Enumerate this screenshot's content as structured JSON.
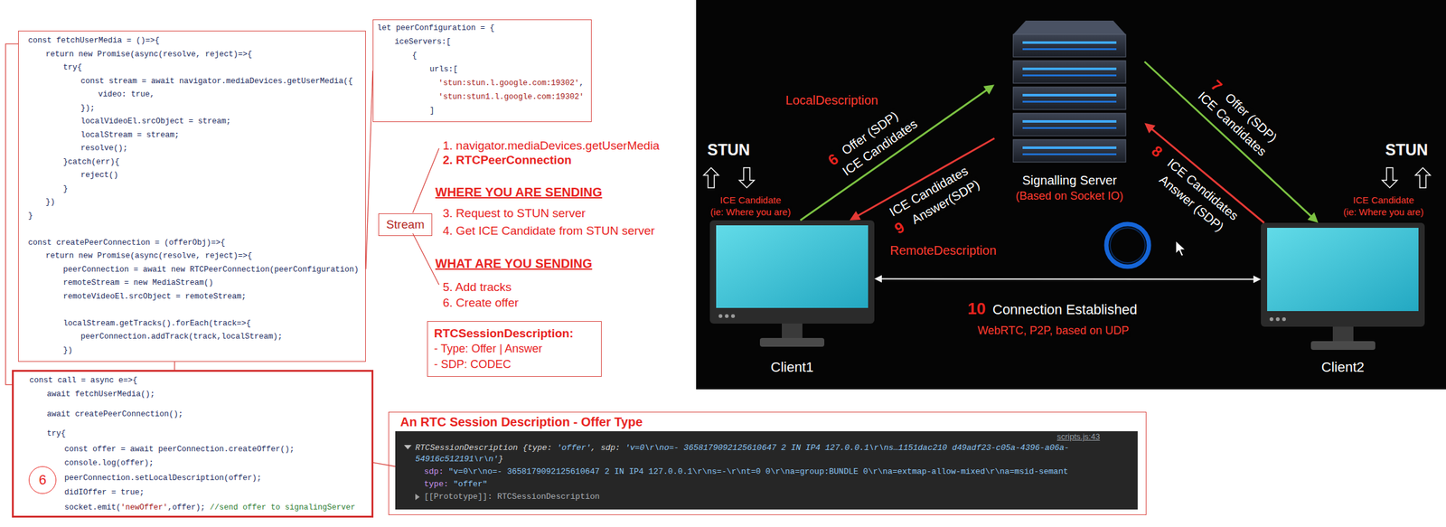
{
  "diagram": {
    "nodes": [
      {
        "text": [
          "const fetchUserMedia = ()=>{",
          "return new Promise(async(resolve, reject)=>{",
          "try{",
          "const stream = await navigator.mediaDevices.getUserMedia({",
          "video: true,",
          "});",
          "localVideoEl.srcObject = stream;",
          "localStream = stream;",
          "resolve();",
          "}catch(err){",
          "reject()",
          "}",
          "})",
          "}",
          "const createPeerConnection = (offerObj)=>{",
          "return new Promise(async(resolve, reject)=>{",
          "peerConnection = await new RTCPeerConnection(peerConfiguration)",
          "remoteStream = new MediaStream()",
          "remoteVideoEl.srcObject = remoteStream;",
          "localStream.getTracks().forEach(track=>{",
          "peerConnection.addTrack(track,localStream);",
          "})"
        ]
      },
      {
        "text": [
          "let peerConfiguration = {",
          "iceServers:[",
          "{",
          "urls:[",
          "'stun:stun.l.google.com:19302',",
          "'stun:stun1.l.google.com:19302'",
          "]"
        ]
      },
      {
        "text": [
          "Stream"
        ]
      },
      {
        "text": [
          "RTCSessionDescription:",
          "- Type: Offer | Answer",
          "- SDP: CODEC"
        ]
      },
      {
        "text": [
          "const call = async e=>{",
          "await fetchUserMedia();",
          "await createPeerConnection();",
          "try{",
          "const offer = await peerConnection.createOffer();",
          "console.log(offer);",
          "peerConnection.setLocalDescription(offer);",
          "didIOffer = true;",
          "socket.emit('newOffer',offer); //send offer to signalingServer"
        ]
      },
      {
        "text": [
          "6"
        ],
        "in": 4
      },
      {
        "text": [
          "An RTC Session Description - Offer Type"
        ]
      },
      {
        "text": [
          "scripts.js:43",
          "RTCSessionDescription {type: 'offer', sdp: 'v=0\\r\\no=- 3658179092125610647 2 IN IP4 127.0.0.1\\r\\ns…1151dac210 d49adf23-c05a-4396-a06a-54916c512191\\r\\n'}",
          "sdp: \"v=0\\r\\no=- 3658179092125610647 2 IN IP4 127.0.0.1\\r\\ns=-\\r\\nt=0 0\\r\\na=group:BUNDLE 0\\r\\na=extmap-allow-mixed\\r\\na=msid-semant",
          "type: \"offer\"",
          "[[Prototype]]: RTCSessionDescription"
        ],
        "in": 6
      },
      {
        "text": [
          "Signalling Server",
          "(Based on Socket IO)"
        ]
      },
      {
        "text": [
          "Client1"
        ]
      },
      {
        "text": [
          "Client2"
        ]
      }
    ],
    "edges": [
      {
        "from": 1,
        "to": 0,
        "arrow": "none"
      },
      {
        "from": 4,
        "to": 0,
        "arrow": "none"
      },
      {
        "from": 4,
        "to": 0,
        "arrow": "none"
      },
      {
        "from": 4,
        "to": 7,
        "arrow": "none"
      },
      {
        "from": 9,
        "to": 8,
        "arrow": "to"
      },
      {
        "from": 8,
        "to": 9,
        "arrow": "to"
      },
      {
        "from": 8,
        "to": 10,
        "arrow": "to"
      },
      {
        "from": 10,
        "to": 8,
        "arrow": "to"
      },
      {
        "from": 9,
        "to": 10,
        "arrow": "both"
      }
    ],
    "labels": [
      "1. navigator.mediaDevices.getUserMedia",
      "2. RTCPeerConnection",
      "WHERE YOU ARE SENDING",
      "3. Request to STUN server",
      "4. Get ICE Candidate from STUN server",
      "WHAT ARE YOU SENDING",
      "5. Add tracks",
      "6. Create offer",
      "LocalDescription",
      "6",
      "Offer (SDP)",
      "ICE Candidates",
      "STUN",
      "ICE Candidate",
      "(ie: Where you are)",
      "ICE Candidates",
      "9",
      "Answer(SDP)",
      "RemoteDescription",
      "7",
      "Offer (SDP)",
      "ICE Candidates",
      "8",
      "ICE Candidates",
      "Answer (SDP)",
      "STUN",
      "ICE Candidate",
      "(ie: Where you are)",
      "10",
      "Connection Established",
      "WebRTC, P2P, based on UDP"
    ]
  }
}
